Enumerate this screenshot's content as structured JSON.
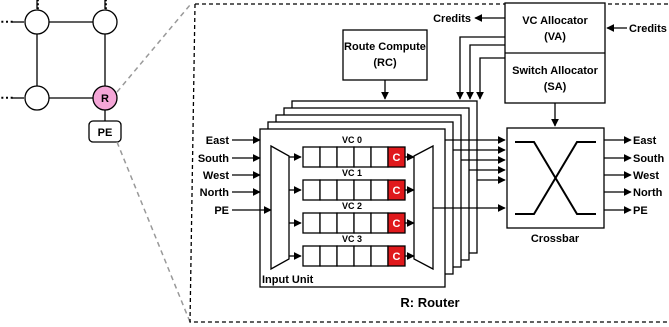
{
  "mesh": {
    "router_label": "R",
    "pe_label": "PE",
    "router_color": "#f4a6d7"
  },
  "router": {
    "caption": "R: Router",
    "route_compute": {
      "line1": "Route Compute",
      "line2": "(RC)"
    },
    "vc_allocator": {
      "line1": "VC Allocator",
      "line2": "(VA)"
    },
    "switch_allocator": {
      "line1": "Switch Allocator",
      "line2": "(SA)"
    },
    "credits_out": "Credits",
    "credits_in": "Credits",
    "crossbar": "Crossbar",
    "input_unit": "Input Unit",
    "input_ports": [
      "East",
      "South",
      "West",
      "North",
      "PE"
    ],
    "output_ports": [
      "East",
      "South",
      "West",
      "North",
      "PE"
    ],
    "vcs": [
      "VC 0",
      "VC 1",
      "VC 2",
      "VC 3"
    ],
    "credit_cell": "C",
    "credit_color": "#e0191c"
  }
}
